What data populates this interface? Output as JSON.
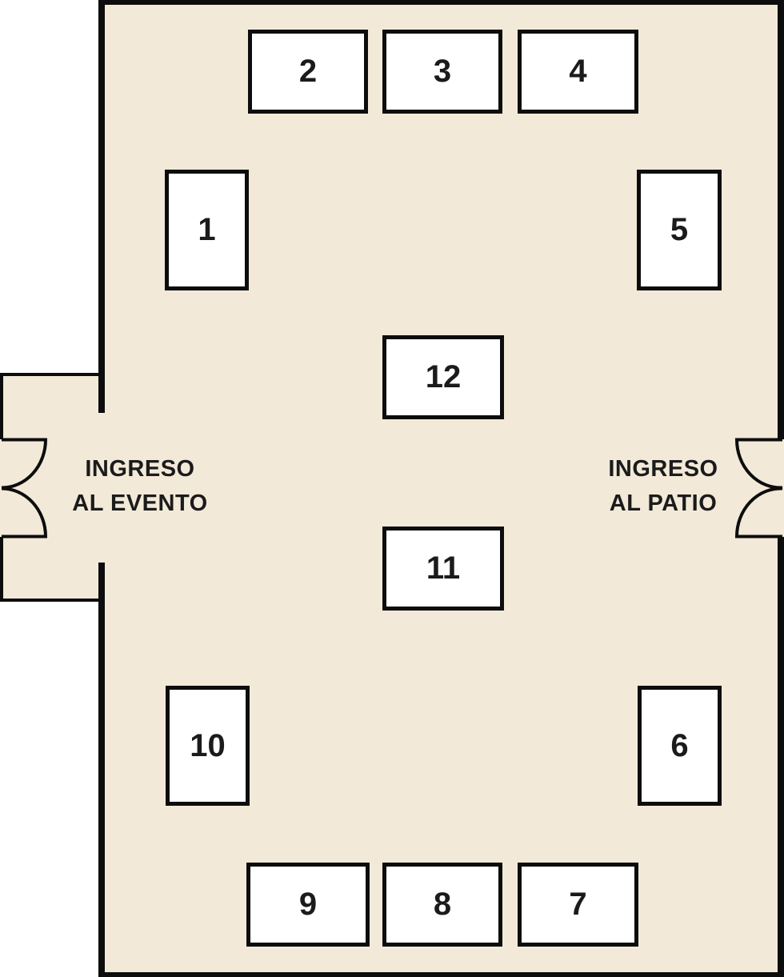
{
  "title": "event-floor-plan",
  "palette": {
    "background": "#ffffff",
    "floor": "#f2e9d8",
    "wall": "#0d0d0d",
    "booth_fill": "#ffffff",
    "text": "#1b1b1b"
  },
  "booths": [
    {
      "label": "1"
    },
    {
      "label": "2"
    },
    {
      "label": "3"
    },
    {
      "label": "4"
    },
    {
      "label": "5"
    },
    {
      "label": "6"
    },
    {
      "label": "7"
    },
    {
      "label": "8"
    },
    {
      "label": "9"
    },
    {
      "label": "10"
    },
    {
      "label": "11"
    },
    {
      "label": "12"
    }
  ],
  "entrances": {
    "left": {
      "line1": "INGRESO",
      "line2": "AL EVENTO"
    },
    "right": {
      "line1": "INGRESO",
      "line2": "AL PATIO"
    }
  },
  "icons": {
    "left_door": "double-door-swing",
    "right_door": "double-door-swing"
  }
}
